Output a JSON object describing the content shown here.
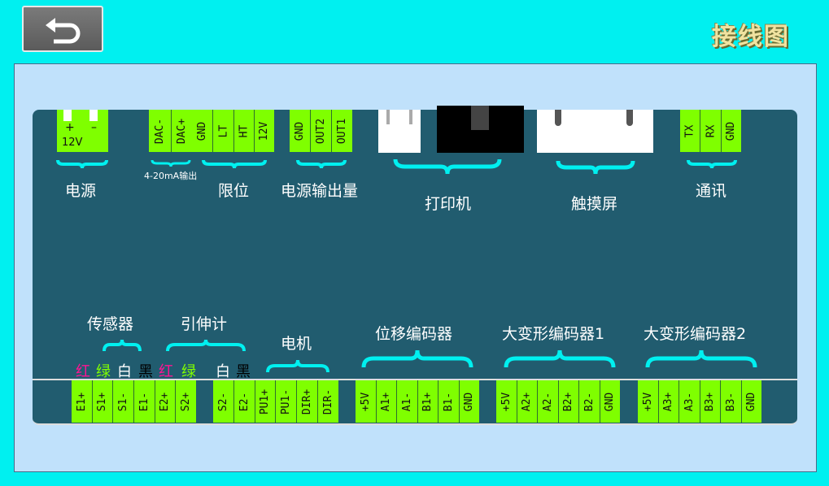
{
  "header": {
    "title": "接线图"
  },
  "power": {
    "plus": "+",
    "minus": "–",
    "voltage": "12V",
    "label": "电源"
  },
  "dac": {
    "pins": [
      "DAC-",
      "DAC+"
    ],
    "note": "4-20mA输出"
  },
  "limit": {
    "pins": [
      "GND",
      "LT",
      "HT",
      "12V"
    ],
    "label": "限位"
  },
  "power_out": {
    "pins": [
      "GND",
      "OUT2",
      "OUT1"
    ],
    "label": "电源输出量"
  },
  "printer": {
    "label": "打印机"
  },
  "touchscreen": {
    "label": "触摸屏"
  },
  "comm": {
    "pins": [
      "TX",
      "RX",
      "GND"
    ],
    "label": "通讯"
  },
  "sensor": {
    "label": "传感器",
    "pins": [
      "E1+",
      "S1+",
      "S1-",
      "E1-"
    ],
    "wires": [
      "红",
      "绿",
      "白",
      "黑"
    ]
  },
  "extensometer": {
    "label": "引伸计",
    "pins": [
      "E2+",
      "S2+",
      "S2-",
      "E2-"
    ],
    "wires": [
      "红",
      "绿",
      "白",
      "黑"
    ]
  },
  "motor": {
    "label": "电机",
    "pins": [
      "PU1+",
      "PU1-",
      "DIR+",
      "DIR-"
    ]
  },
  "disp_encoder": {
    "label": "位移编码器",
    "pins": [
      "+5V",
      "A1+",
      "A1-",
      "B1+",
      "B1-",
      "GND"
    ]
  },
  "big_encoder1": {
    "label": "大变形编码器1",
    "pins": [
      "+5V",
      "A2+",
      "A2-",
      "B2+",
      "B2-",
      "GND"
    ]
  },
  "big_encoder2": {
    "label": "大变形编码器2",
    "pins": [
      "+5V",
      "A3+",
      "A3-",
      "B3+",
      "B3-",
      "GND"
    ]
  },
  "colors": {
    "wire_red": "#ff1493",
    "wire_green": "#80ff00",
    "wire_white": "#ffffff",
    "wire_black": "#000000",
    "terminal": "#7fff00",
    "brace": "#00f0f0"
  }
}
